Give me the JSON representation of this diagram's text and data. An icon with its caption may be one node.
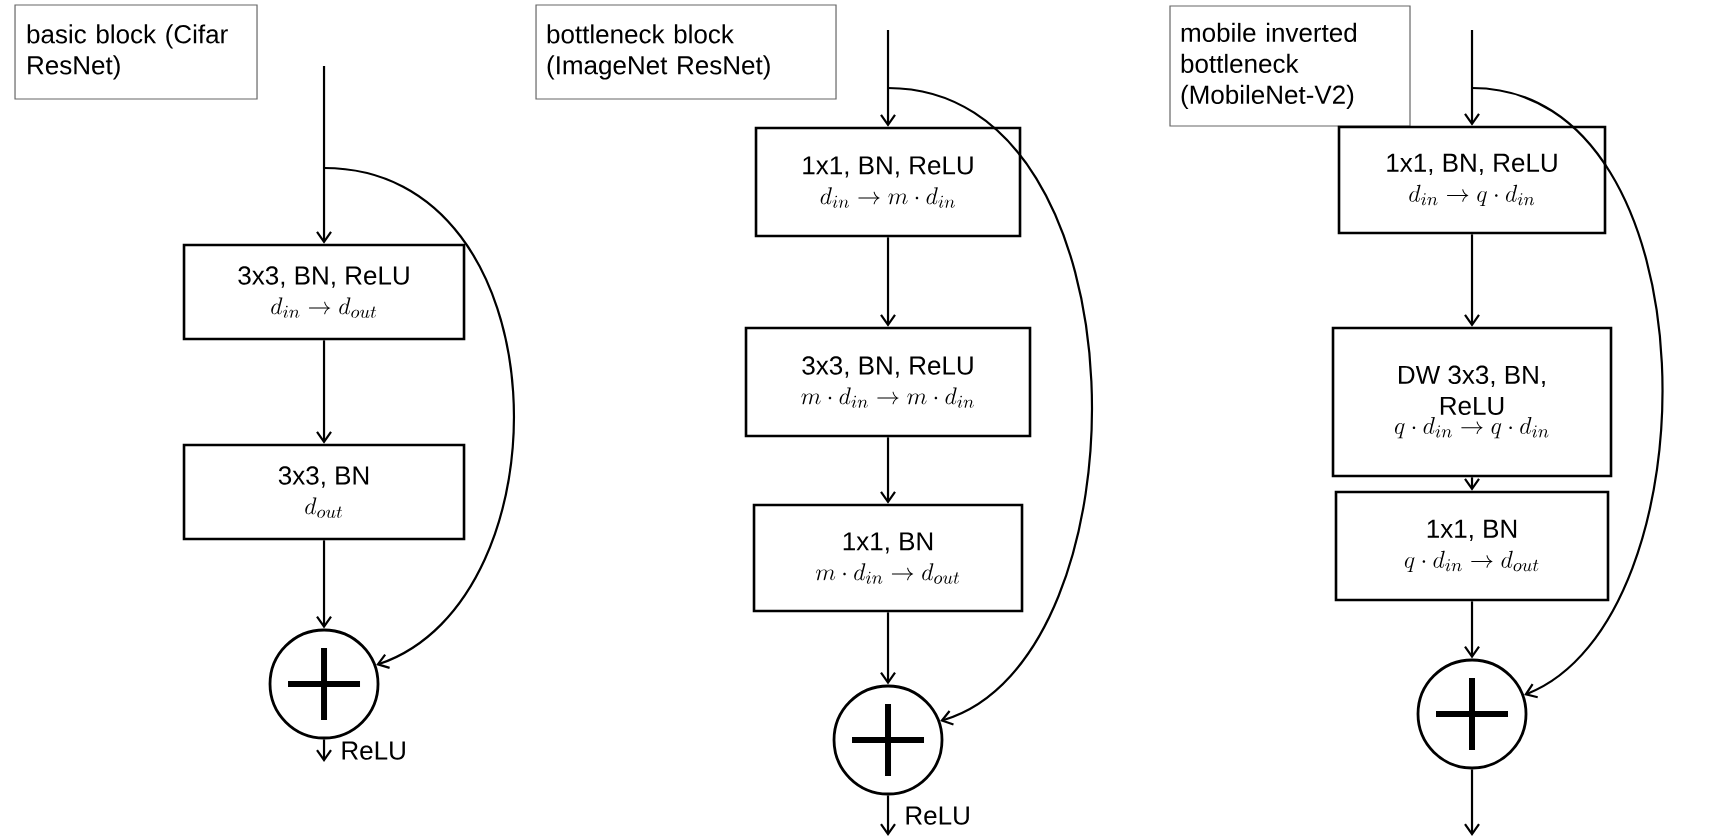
{
  "diagram": {
    "nodes": [
      {
        "text": [
          "basic block (Cifar ResNet)"
        ]
      },
      {
        "text": [
          "3x3, BN, ReLU",
          "d_{in} \\rightarrow d_{out}"
        ]
      },
      {
        "text": [
          "3x3, BN",
          "d_{out}"
        ]
      },
      {
        "text": [],
        "shape": "circle"
      },
      {
        "text": [
          "bottleneck block (ImageNet ResNet)"
        ]
      },
      {
        "text": [
          "1x1, BN, ReLU",
          "d_{in} \\rightarrow m \\cdot d_{in}"
        ]
      },
      {
        "text": [
          "3x3, BN, ReLU",
          "m \\cdot d_{in} \\rightarrow m \\cdot d_{in}"
        ]
      },
      {
        "text": [
          "1x1, BN",
          "m \\cdot d_{in} \\rightarrow d_{out}"
        ]
      },
      {
        "text": [],
        "shape": "circle"
      },
      {
        "text": [
          "mobile inverted bottleneck (MobileNet-V2)"
        ]
      },
      {
        "text": [
          "1x1, BN, ReLU",
          "d_{in} \\rightarrow q \\cdot d_{in}"
        ]
      },
      {
        "text": [
          "DW 3x3, BN, ReLU",
          "q \\cdot d_{in} \\rightarrow q \\cdot d_{in}"
        ]
      },
      {
        "text": [
          "1x1, BN",
          "q \\cdot d_{in} \\rightarrow d_{out}"
        ]
      },
      {
        "text": [],
        "shape": "circle"
      }
    ],
    "edges": [
      {
        "from": null,
        "to": 1,
        "arrow": "to"
      },
      {
        "from": 1,
        "to": 2,
        "arrow": "to"
      },
      {
        "from": 2,
        "to": 3,
        "arrow": "to"
      },
      {
        "from": null,
        "to": 3,
        "arrow": "to"
      },
      {
        "from": 3,
        "to": null,
        "arrow": "to",
        "label": "ReLU"
      },
      {
        "from": null,
        "to": 5,
        "arrow": "to"
      },
      {
        "from": 5,
        "to": 6,
        "arrow": "to"
      },
      {
        "from": 6,
        "to": 7,
        "arrow": "to"
      },
      {
        "from": 7,
        "to": 8,
        "arrow": "to"
      },
      {
        "from": null,
        "to": 8,
        "arrow": "to"
      },
      {
        "from": 8,
        "to": null,
        "arrow": "to",
        "label": "ReLU"
      },
      {
        "from": null,
        "to": 10,
        "arrow": "to"
      },
      {
        "from": 10,
        "to": 11,
        "arrow": "to"
      },
      {
        "from": 11,
        "to": 12,
        "arrow": "to"
      },
      {
        "from": 12,
        "to": 13,
        "arrow": "to"
      },
      {
        "from": null,
        "to": 13,
        "arrow": "to"
      },
      {
        "from": 13,
        "to": null,
        "arrow": "to"
      }
    ]
  }
}
